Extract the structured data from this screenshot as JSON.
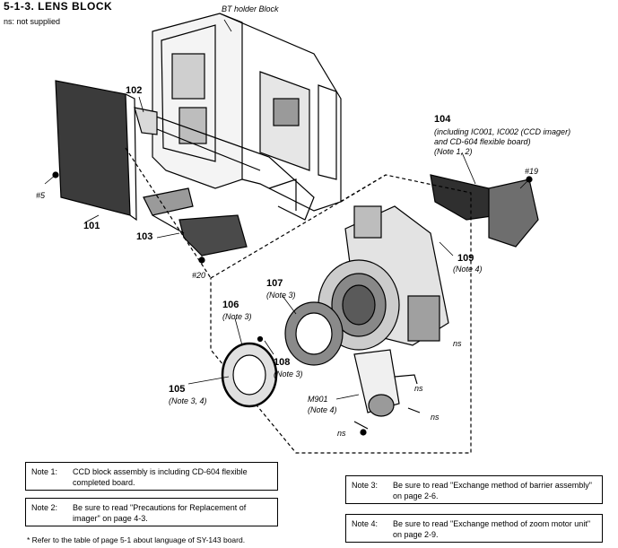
{
  "header": {
    "title": "5-1-3.  LENS BLOCK",
    "subtitle": "ns: not supplied"
  },
  "labels": {
    "bt_holder": "BT holder Block",
    "p101": "101",
    "p102": "102",
    "p103": "103",
    "p104": "104",
    "p104_note": [
      "(including IC001, IC002 (CCD imager)",
      "and CD-604 flexible board)",
      "(Note 1, 2)"
    ],
    "p105": "105",
    "p105_note": "(Note 3, 4)",
    "p106": "106",
    "p106_note": "(Note 3)",
    "p107": "107",
    "p107_note": "(Note 3)",
    "p108": "108",
    "p108_note": "(Note 3)",
    "p109": "109",
    "p109_note": "(Note 4)",
    "m901": "M901",
    "m901_note": "(Note 4)",
    "s5": "#5",
    "s19": "#19",
    "s20": "#20",
    "ns": "ns"
  },
  "notes": [
    {
      "key": "Note 1:",
      "text": "CCD block assembly is including CD-604 flexible completed board."
    },
    {
      "key": "Note 2:",
      "text": "Be sure to read \"Precautions for Replacement of imager\" on page 4-3."
    },
    {
      "key": "Note 3:",
      "text": "Be sure to read \"Exchange method of barrier assembly\" on page 2-6."
    },
    {
      "key": "Note 4:",
      "text": "Be sure to read \"Exchange method of zoom motor unit\" on page 2-9."
    }
  ],
  "footer": "* Refer to the table of page 5-1 about language of SY-143 board."
}
